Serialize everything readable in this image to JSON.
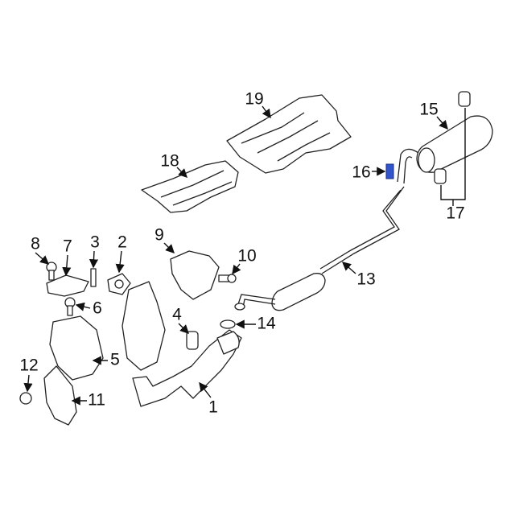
{
  "diagram": {
    "highlight_color": "#3355cc",
    "highlighted_part": "16",
    "callouts": [
      {
        "id": "c19",
        "label": "19"
      },
      {
        "id": "c18",
        "label": "18"
      },
      {
        "id": "c15",
        "label": "15"
      },
      {
        "id": "c16",
        "label": "16"
      },
      {
        "id": "c17",
        "label": "17"
      },
      {
        "id": "c8",
        "label": "8"
      },
      {
        "id": "c7",
        "label": "7"
      },
      {
        "id": "c3",
        "label": "3"
      },
      {
        "id": "c2",
        "label": "2"
      },
      {
        "id": "c9",
        "label": "9"
      },
      {
        "id": "c10",
        "label": "10"
      },
      {
        "id": "c13",
        "label": "13"
      },
      {
        "id": "c6",
        "label": "6"
      },
      {
        "id": "c4",
        "label": "4"
      },
      {
        "id": "c14",
        "label": "14"
      },
      {
        "id": "c5",
        "label": "5"
      },
      {
        "id": "c12",
        "label": "12"
      },
      {
        "id": "c11",
        "label": "11"
      },
      {
        "id": "c1",
        "label": "1"
      }
    ]
  }
}
